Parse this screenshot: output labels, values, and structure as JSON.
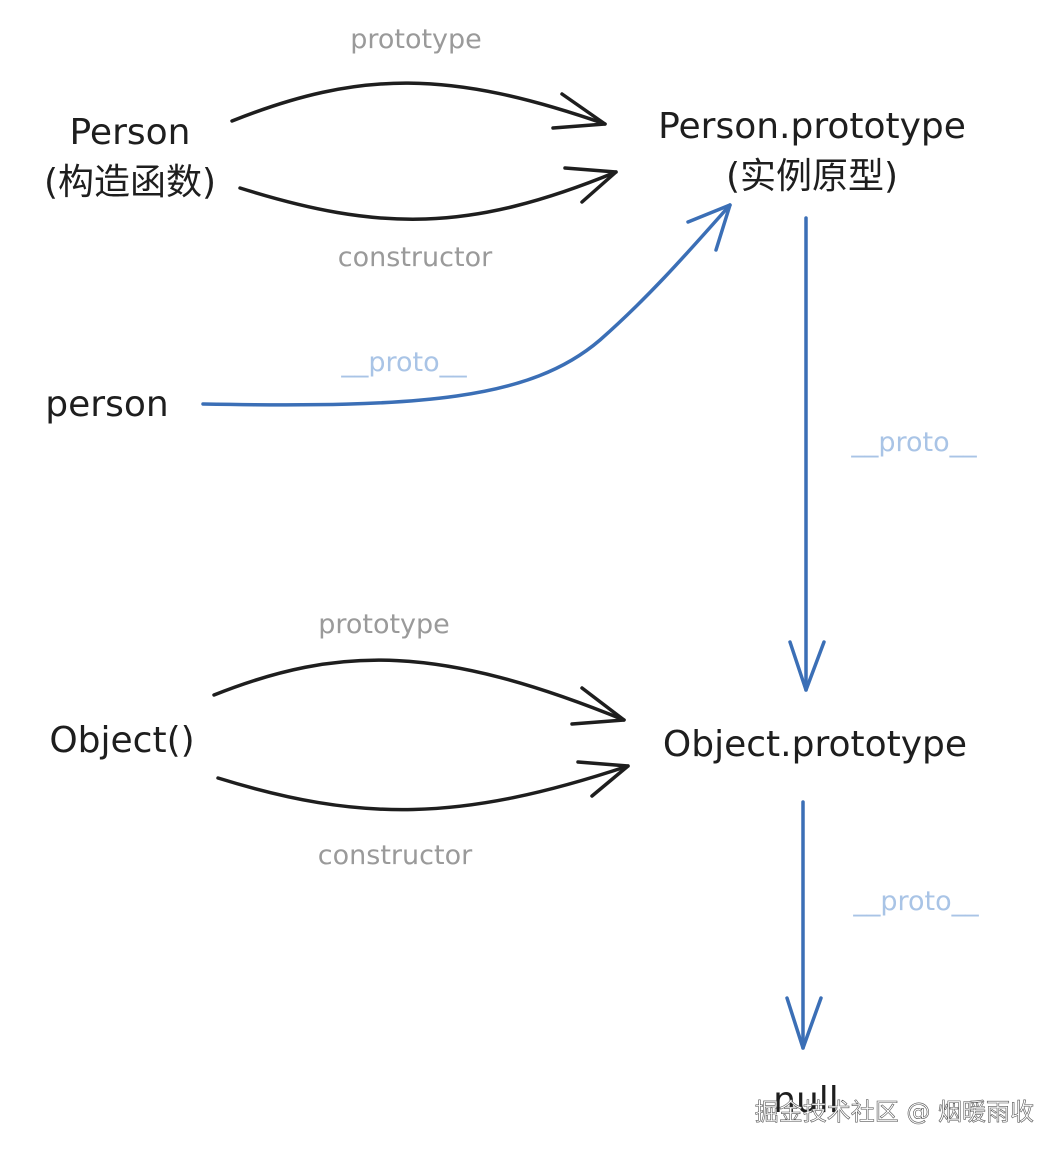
{
  "nodes": {
    "person_ctor": {
      "line1": "Person",
      "line2": "(构造函数)"
    },
    "person_prototype": {
      "line1": "Person.prototype",
      "line2": "(实例原型)"
    },
    "person_instance": {
      "label": "person"
    },
    "object_ctor": {
      "label": "Object()"
    },
    "object_prototype": {
      "label": "Object.prototype"
    },
    "null_node": {
      "label": "null"
    }
  },
  "edges": {
    "person_prototype_edge": {
      "label": "prototype"
    },
    "person_constructor_edge": {
      "label": "constructor"
    },
    "person_proto_edge": {
      "label": "__proto__"
    },
    "person_prototype_proto_edge": {
      "label": "__proto__"
    },
    "object_prototype_edge": {
      "label": "prototype"
    },
    "object_constructor_edge": {
      "label": "constructor"
    },
    "object_prototype_proto_edge": {
      "label": "__proto__"
    }
  },
  "colors": {
    "ink": "#1e1e1e",
    "gray_label": "#9a9a9a",
    "blue_edge": "#3b6fb6",
    "blue_label": "#a9c4e6"
  },
  "watermark": "掘金技术社区 @ 烟暖雨收"
}
